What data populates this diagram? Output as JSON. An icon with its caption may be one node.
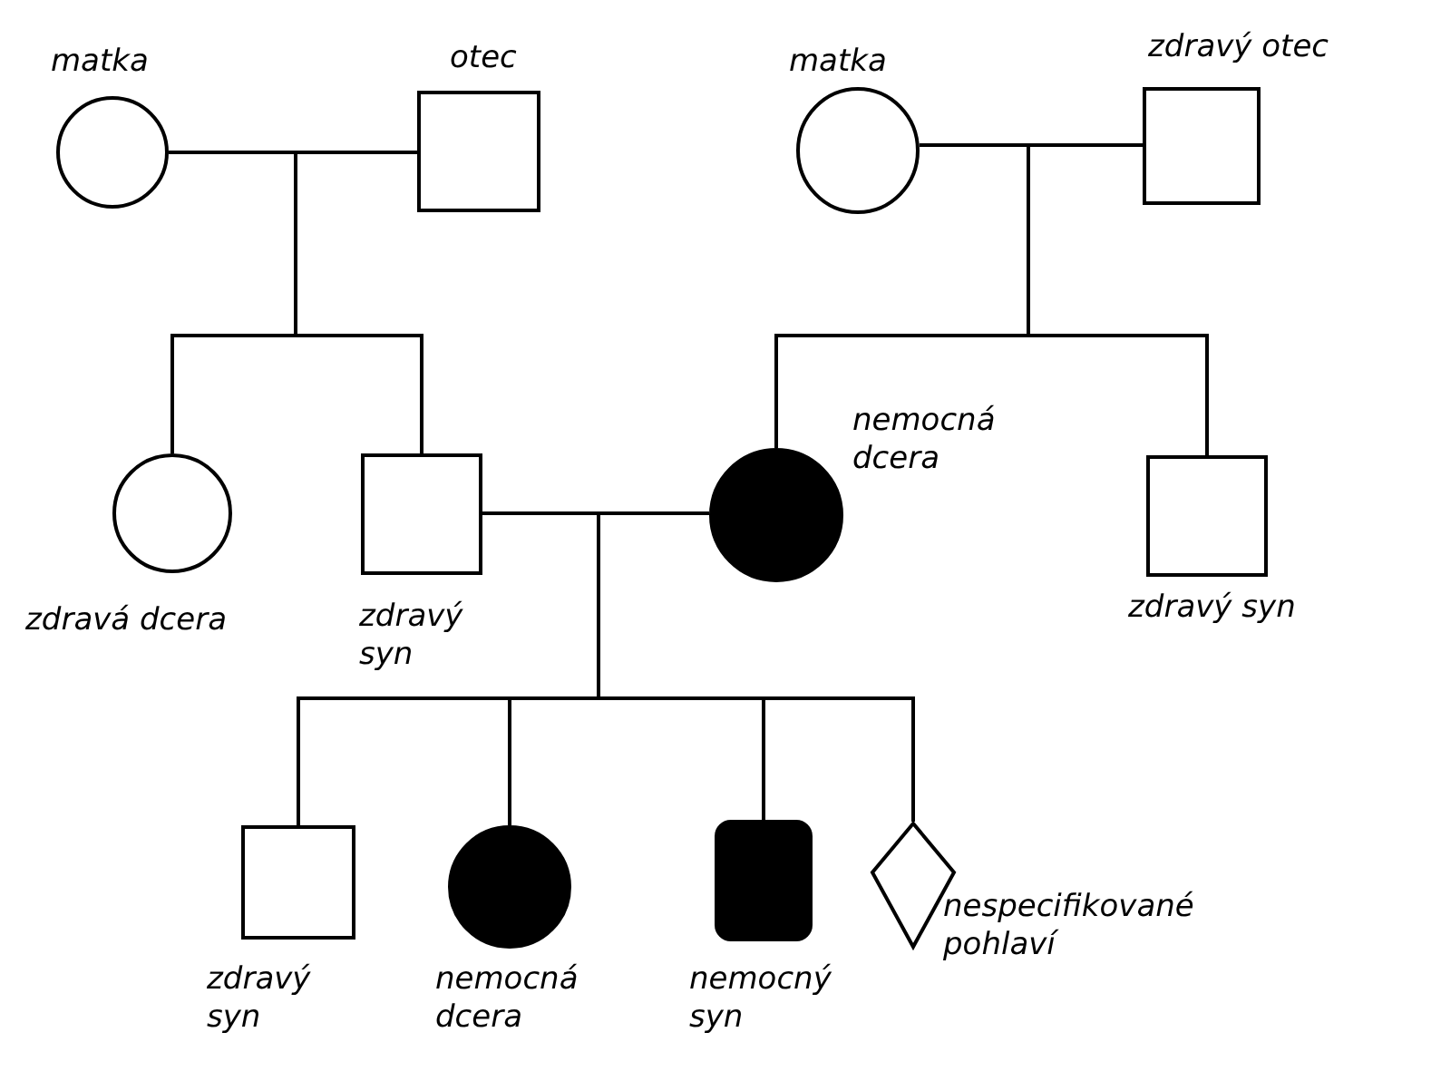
{
  "diagram": {
    "nodes": [
      {
        "text": [
          "matka"
        ]
      },
      {
        "text": [
          "otec"
        ]
      },
      {
        "text": [
          "matka"
        ]
      },
      {
        "text": [
          "zdravý otec"
        ]
      },
      {
        "text": [
          "zdravá dcera"
        ]
      },
      {
        "text": [
          "zdravý syn"
        ]
      },
      {
        "text": [
          "nemocná dcera"
        ]
      },
      {
        "text": [
          "zdravý syn"
        ]
      },
      {
        "text": [
          "zdravý syn"
        ]
      },
      {
        "text": [
          "nemocná dcera"
        ]
      },
      {
        "text": [
          "nemocný syn"
        ]
      },
      {
        "text": [
          "nespecifikované pohlaví"
        ]
      }
    ],
    "edges": [
      {
        "from": 0,
        "to": 1,
        "arrow": "none"
      },
      {
        "from": 0,
        "to": 4,
        "arrow": "none"
      },
      {
        "from": 1,
        "to": 4,
        "arrow": "none"
      },
      {
        "from": 0,
        "to": 5,
        "arrow": "none"
      },
      {
        "from": 1,
        "to": 5,
        "arrow": "none"
      },
      {
        "from": 2,
        "to": 3,
        "arrow": "none"
      },
      {
        "from": 2,
        "to": 6,
        "arrow": "none"
      },
      {
        "from": 3,
        "to": 6,
        "arrow": "none"
      },
      {
        "from": 2,
        "to": 7,
        "arrow": "none"
      },
      {
        "from": 3,
        "to": 7,
        "arrow": "none"
      },
      {
        "from": 5,
        "to": 6,
        "arrow": "none"
      },
      {
        "from": 5,
        "to": 8,
        "arrow": "none"
      },
      {
        "from": 6,
        "to": 8,
        "arrow": "none"
      },
      {
        "from": 5,
        "to": 9,
        "arrow": "none"
      },
      {
        "from": 6,
        "to": 9,
        "arrow": "none"
      },
      {
        "from": 5,
        "to": 10,
        "arrow": "none"
      },
      {
        "from": 6,
        "to": 10,
        "arrow": "none"
      },
      {
        "from": 5,
        "to": 11,
        "arrow": "none"
      },
      {
        "from": 6,
        "to": 11,
        "arrow": "none"
      }
    ]
  }
}
